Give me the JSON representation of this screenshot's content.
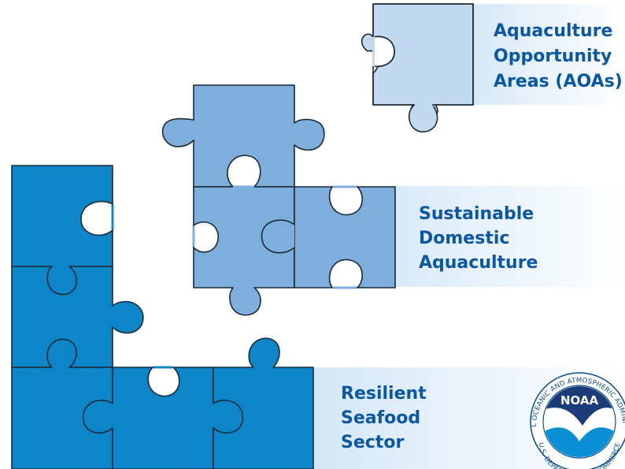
{
  "labels": {
    "aoa": [
      "Aquaculture",
      "Opportunity",
      "Areas (AOAs)"
    ],
    "sustainable": [
      "Sustainable",
      "Domestic",
      "Aquaculture"
    ],
    "resilient": [
      "Resilient",
      "Seafood",
      "Sector"
    ]
  },
  "logo": {
    "wordmark": "NOAA",
    "ring_top": "NATIONAL OCEANIC AND ATMOSPHERIC ADMINISTRATION",
    "ring_bottom": "U.S. DEPARTMENT OF COMMERCE"
  },
  "colors": {
    "tier_top": "#c3d9f0",
    "tier_middle": "#7eaedb",
    "tier_bottom": "#0c86c8",
    "label_text": "#0b57a4",
    "outline": "#1b2a36"
  }
}
